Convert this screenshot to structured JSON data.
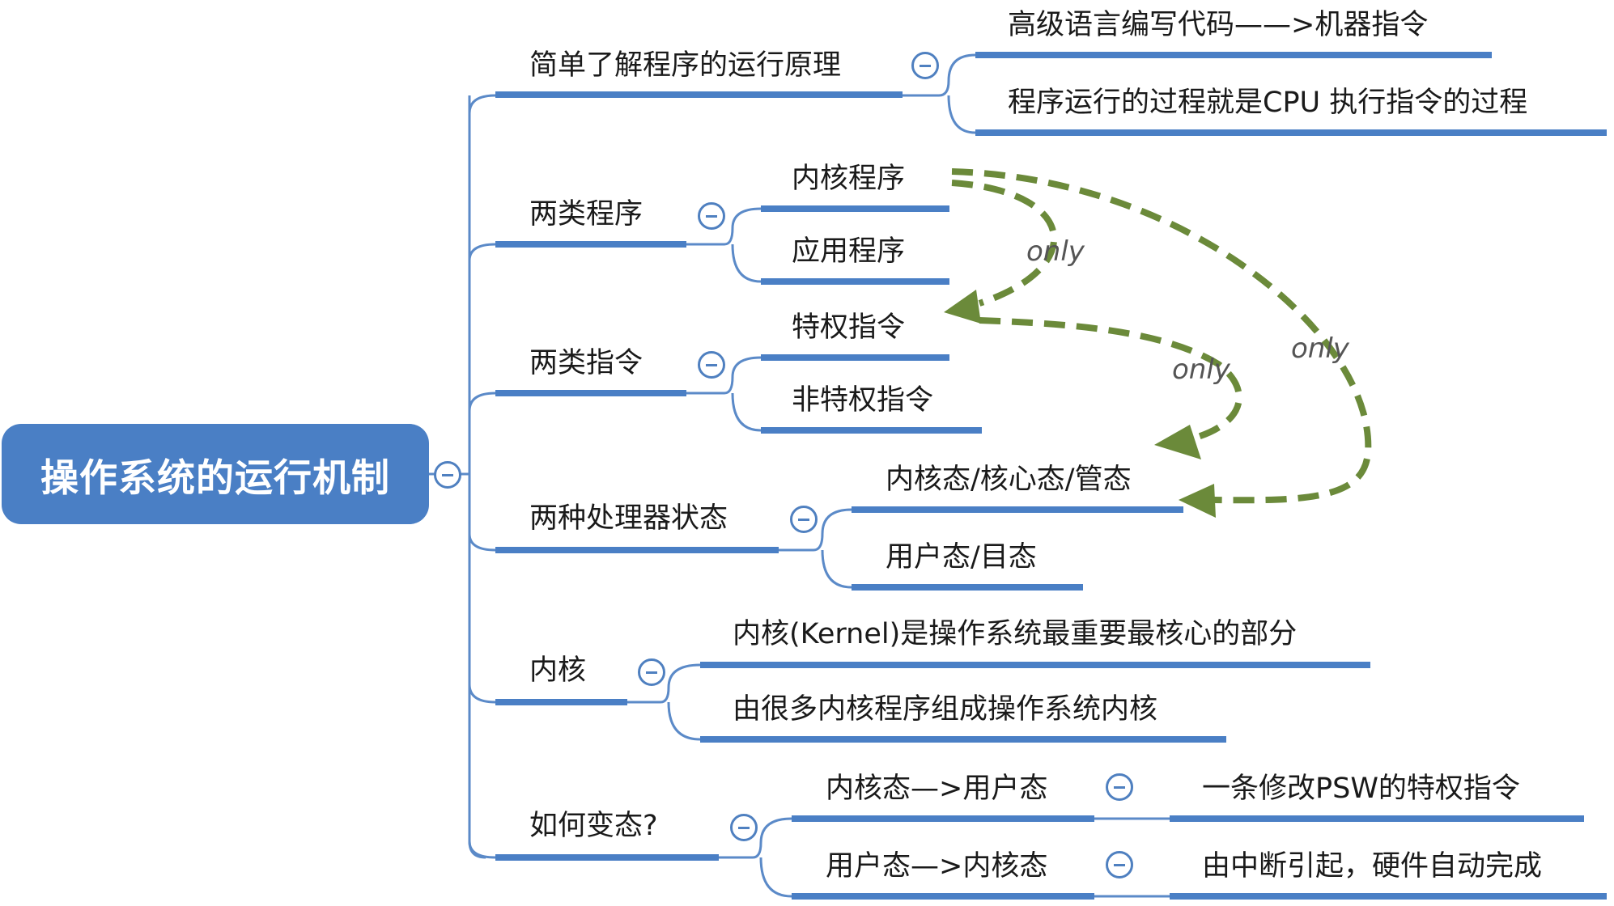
{
  "root": {
    "label": "操作系统的运行机制"
  },
  "branches": [
    {
      "label": "简单了解程序的运行原理",
      "children": [
        {
          "label": "高级语言编写代码——>机器指令"
        },
        {
          "label": "程序运行的过程就是CPU 执行指令的过程"
        }
      ]
    },
    {
      "label": "两类程序",
      "children": [
        {
          "label": "内核程序"
        },
        {
          "label": "应用程序"
        }
      ]
    },
    {
      "label": "两类指令",
      "children": [
        {
          "label": "特权指令"
        },
        {
          "label": "非特权指令"
        }
      ]
    },
    {
      "label": "两种处理器状态",
      "children": [
        {
          "label": "内核态/核心态/管态"
        },
        {
          "label": "用户态/目态"
        }
      ]
    },
    {
      "label": "内核",
      "children": [
        {
          "label": "内核(Kernel)是操作系统最重要最核心的部分"
        },
        {
          "label": "由很多内核程序组成操作系统内核"
        }
      ]
    },
    {
      "label": "如何变态?",
      "children": [
        {
          "label": "内核态—>用户态",
          "children": [
            {
              "label": "一条修改PSW的特权指令"
            }
          ]
        },
        {
          "label": "用户态—>内核态",
          "children": [
            {
              "label": "由中断引起，硬件自动完成"
            }
          ]
        }
      ]
    }
  ],
  "annotations": {
    "only_1": "only",
    "only_2": "only",
    "only_3": "only"
  },
  "colors": {
    "node_fill": "#4a7fc5",
    "underline": "#4a7fc5",
    "connector": "#5b8ac8",
    "arrow": "#6b8a3a"
  }
}
